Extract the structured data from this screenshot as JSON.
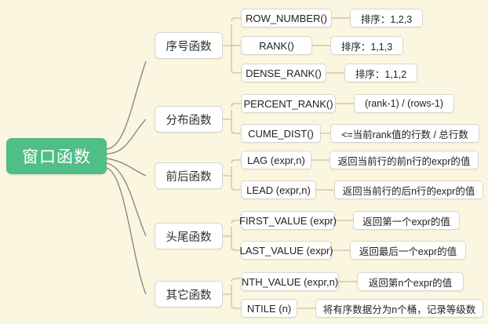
{
  "canvas": {
    "background_color": "#fbf6e0",
    "edge_color_root": "#8c8880",
    "edge_color_branch": "#c9bfa0",
    "node_fill": "#ffffff",
    "node_border": "#d9d6cc"
  },
  "root": {
    "label": "窗口函数",
    "color": "#4fbe87",
    "text_color": "#ffffff"
  },
  "branches": [
    {
      "label": "序号函数",
      "children": [
        {
          "label": "ROW_NUMBER()",
          "desc": "排序：1,2,3"
        },
        {
          "label": "RANK()",
          "desc": "排序：1,1,3"
        },
        {
          "label": "DENSE_RANK()",
          "desc": "排序：1,1,2"
        }
      ]
    },
    {
      "label": "分布函数",
      "children": [
        {
          "label": "PERCENT_RANK()",
          "desc": "(rank-1) / (rows-1)"
        },
        {
          "label": "CUME_DIST()",
          "desc": "<=当前rank值的行数 / 总行数"
        }
      ]
    },
    {
      "label": "前后函数",
      "children": [
        {
          "label": "LAG (expr,n)",
          "desc": "返回当前行的前n行的expr的值"
        },
        {
          "label": "LEAD (expr,n)",
          "desc": "返回当前行的后n行的expr的值"
        }
      ]
    },
    {
      "label": "头尾函数",
      "children": [
        {
          "label": "FIRST_VALUE (expr)",
          "desc": "返回第一个expr的值"
        },
        {
          "label": "LAST_VALUE (expr)",
          "desc": "返回最后一个expr的值"
        }
      ]
    },
    {
      "label": "其它函数",
      "children": [
        {
          "label": "NTH_VALUE (expr,n)",
          "desc": "返回第n个expr的值"
        },
        {
          "label": "NTILE (n)",
          "desc": "将有序数据分为n个桶，记录等级数"
        }
      ]
    }
  ]
}
